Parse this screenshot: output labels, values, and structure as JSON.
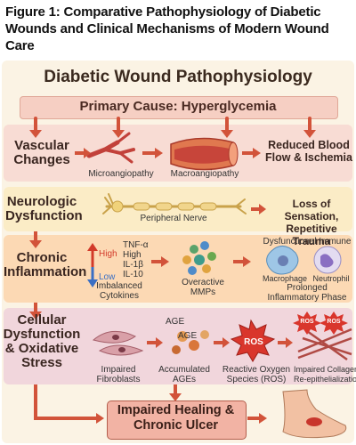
{
  "figure_title": "Figure 1: Comparative Pathophysiology of Diabetic Wounds and Clinical Mechanisms of Modern Wound Care",
  "main_title": "Diabetic Wound Pathophysiology",
  "primary_cause": "Primary Cause: Hyperglycemia",
  "rows": {
    "vascular": {
      "label_line1": "Vascular",
      "label_line2": "Changes",
      "micro": "Microangiopathy",
      "macro": "Macroangiopathy",
      "outcome_line1": "Reduced Blood",
      "outcome_line2": "Flow & Ischemia"
    },
    "neurologic": {
      "label_line1": "Neurologic",
      "label_line2": "Dysfunction",
      "nerve": "Peripheral Nerve",
      "outcome_line1": "Loss of Sensation,",
      "outcome_line2": "Repetitive Trauma"
    },
    "inflammation": {
      "label_line1": "Chronic",
      "label_line2": "Inflammation",
      "high": "High",
      "low": "Low",
      "cyto_1": "TNF-α",
      "cyto_2": "High",
      "cyto_3": "IL-1β",
      "cyto_4": "IL-10",
      "cytokines_line1": "Imbalanced",
      "cytokines_line2": "Cytokines",
      "mmps_line1": "Overactive",
      "mmps_line2": "MMPs",
      "immune_title": "Dysfunctional Immune",
      "macrophage": "Macrophage",
      "neutrophil": "Neutrophil",
      "phase_line1": "Prolonged",
      "phase_line2": "Inflammatory Phase"
    },
    "cellular": {
      "label_line1": "Cellular",
      "label_line2": "Dysfunction",
      "label_line3": "& Oxidative",
      "label_line4": "Stress",
      "age": "AGE",
      "ros": "ROS",
      "fibro_line1": "Impaired",
      "fibro_line2": "Fibroblasts",
      "ages_line1": "Accumulated",
      "ages_line2": "AGEs",
      "ros_line1": "Reactive Oxygen",
      "ros_line2": "Species (ROS)",
      "collagen_line1": "Impaired Collagen &",
      "collagen_line2": "Re-epithelialization"
    }
  },
  "final_line1": "Impaired Healing &",
  "final_line2": "Chronic Ulcer",
  "colors": {
    "arrow": "#d2533a",
    "vascular_row": "#f8dcd4",
    "neuro_row": "#fbecc6",
    "inflam_row": "#fcd9b4",
    "cell_row": "#f1d6dc",
    "high_red": "#d23a2a",
    "low_blue": "#3a6fc4"
  },
  "icons": [
    "branching-vessel-icon",
    "blood-vessel-icon",
    "nerve-cell-icon",
    "mmp-molecules-icon",
    "macrophage-icon",
    "neutrophil-icon",
    "fibroblast-icon",
    "age-molecule-icon",
    "ros-burst-icon",
    "collagen-fibers-icon",
    "foot-ulcer-icon"
  ]
}
